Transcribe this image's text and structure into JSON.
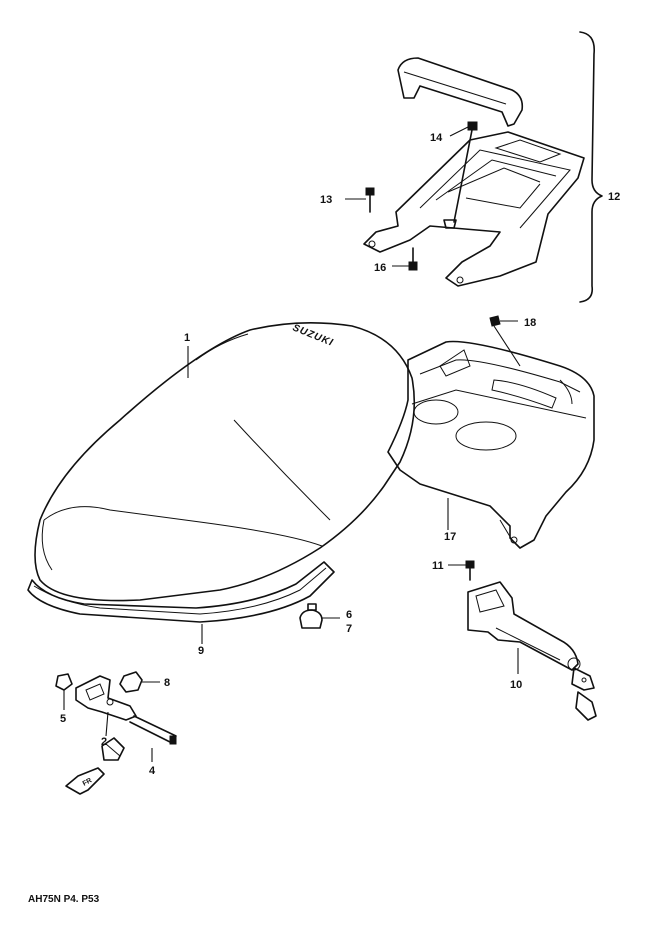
{
  "diagram": {
    "footer_code": "AH75N P4. P53",
    "labels": [
      {
        "id": "1",
        "text": "1"
      },
      {
        "id": "2",
        "text": "2"
      },
      {
        "id": "4",
        "text": "4"
      },
      {
        "id": "5",
        "text": "5"
      },
      {
        "id": "6",
        "text": "6"
      },
      {
        "id": "7",
        "text": "7"
      },
      {
        "id": "8",
        "text": "8"
      },
      {
        "id": "9",
        "text": "9"
      },
      {
        "id": "10",
        "text": "10"
      },
      {
        "id": "11",
        "text": "11"
      },
      {
        "id": "12",
        "text": "12"
      },
      {
        "id": "13",
        "text": "13"
      },
      {
        "id": "14",
        "text": "14"
      },
      {
        "id": "16",
        "text": "16"
      },
      {
        "id": "17",
        "text": "17"
      },
      {
        "id": "18",
        "text": "18"
      }
    ],
    "seat_brand": "SUZUKI"
  }
}
